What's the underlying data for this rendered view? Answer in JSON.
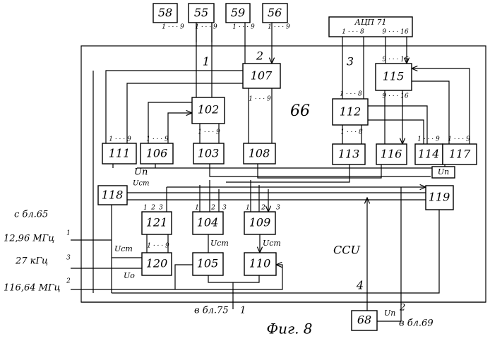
{
  "figure_caption": "Фиг. 8",
  "frame_label": "66",
  "blocks": {
    "b58": "58",
    "b55": "55",
    "b59": "59",
    "b56": "56",
    "adc": "АЦП 71",
    "b107": "107",
    "b102": "102",
    "b103": "103",
    "b108": "108",
    "b111": "111",
    "b106": "106",
    "b115": "115",
    "b112": "112",
    "b113": "113",
    "b116": "116",
    "b114": "114",
    "b117": "117",
    "b118": "118",
    "b119": "119",
    "b121": "121",
    "b104": "104",
    "b109": "109",
    "b120": "120",
    "b105": "105",
    "b110": "110",
    "b68": "68"
  },
  "buses": {
    "bus1": "1",
    "bus2": "2",
    "bus3": "3",
    "bus4": "4"
  },
  "pin_ranges": {
    "r19": "1 · · · 9",
    "r18": "1 · · · 8",
    "r916": "9 · · · 16"
  },
  "pins": {
    "p1": "1",
    "p2": "2",
    "p3": "3"
  },
  "signals": {
    "up": "Uп",
    "ust": "Uст",
    "uo": "Uо",
    "ccu": "ССU"
  },
  "inputs": {
    "source": "с бл.65",
    "in1_freq": "12,96 МГц",
    "in1_num": "1",
    "in3_freq": "27 кГц",
    "in3_num": "3",
    "in2_freq": "116,64 МГц",
    "in2_num": "2"
  },
  "outputs": {
    "to75": "в бл.75",
    "to75_num": "1",
    "to69": "в бл.69",
    "to69_num": "2"
  }
}
